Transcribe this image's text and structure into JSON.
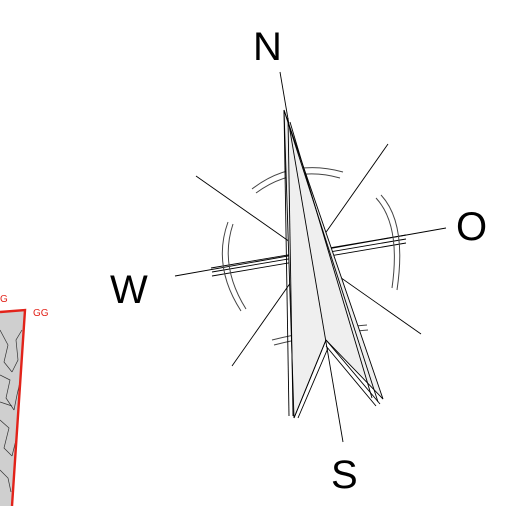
{
  "compass": {
    "north_label": "N",
    "south_label": "S",
    "east_label": "O",
    "west_label": "W",
    "rose_fill": "#efefef",
    "line_color": "#000000"
  },
  "plot": {
    "label_right": "GG",
    "label_top": "G",
    "border_color": "#e2231a",
    "fill_color": "#cfcfcf",
    "line_color": "#333333"
  }
}
